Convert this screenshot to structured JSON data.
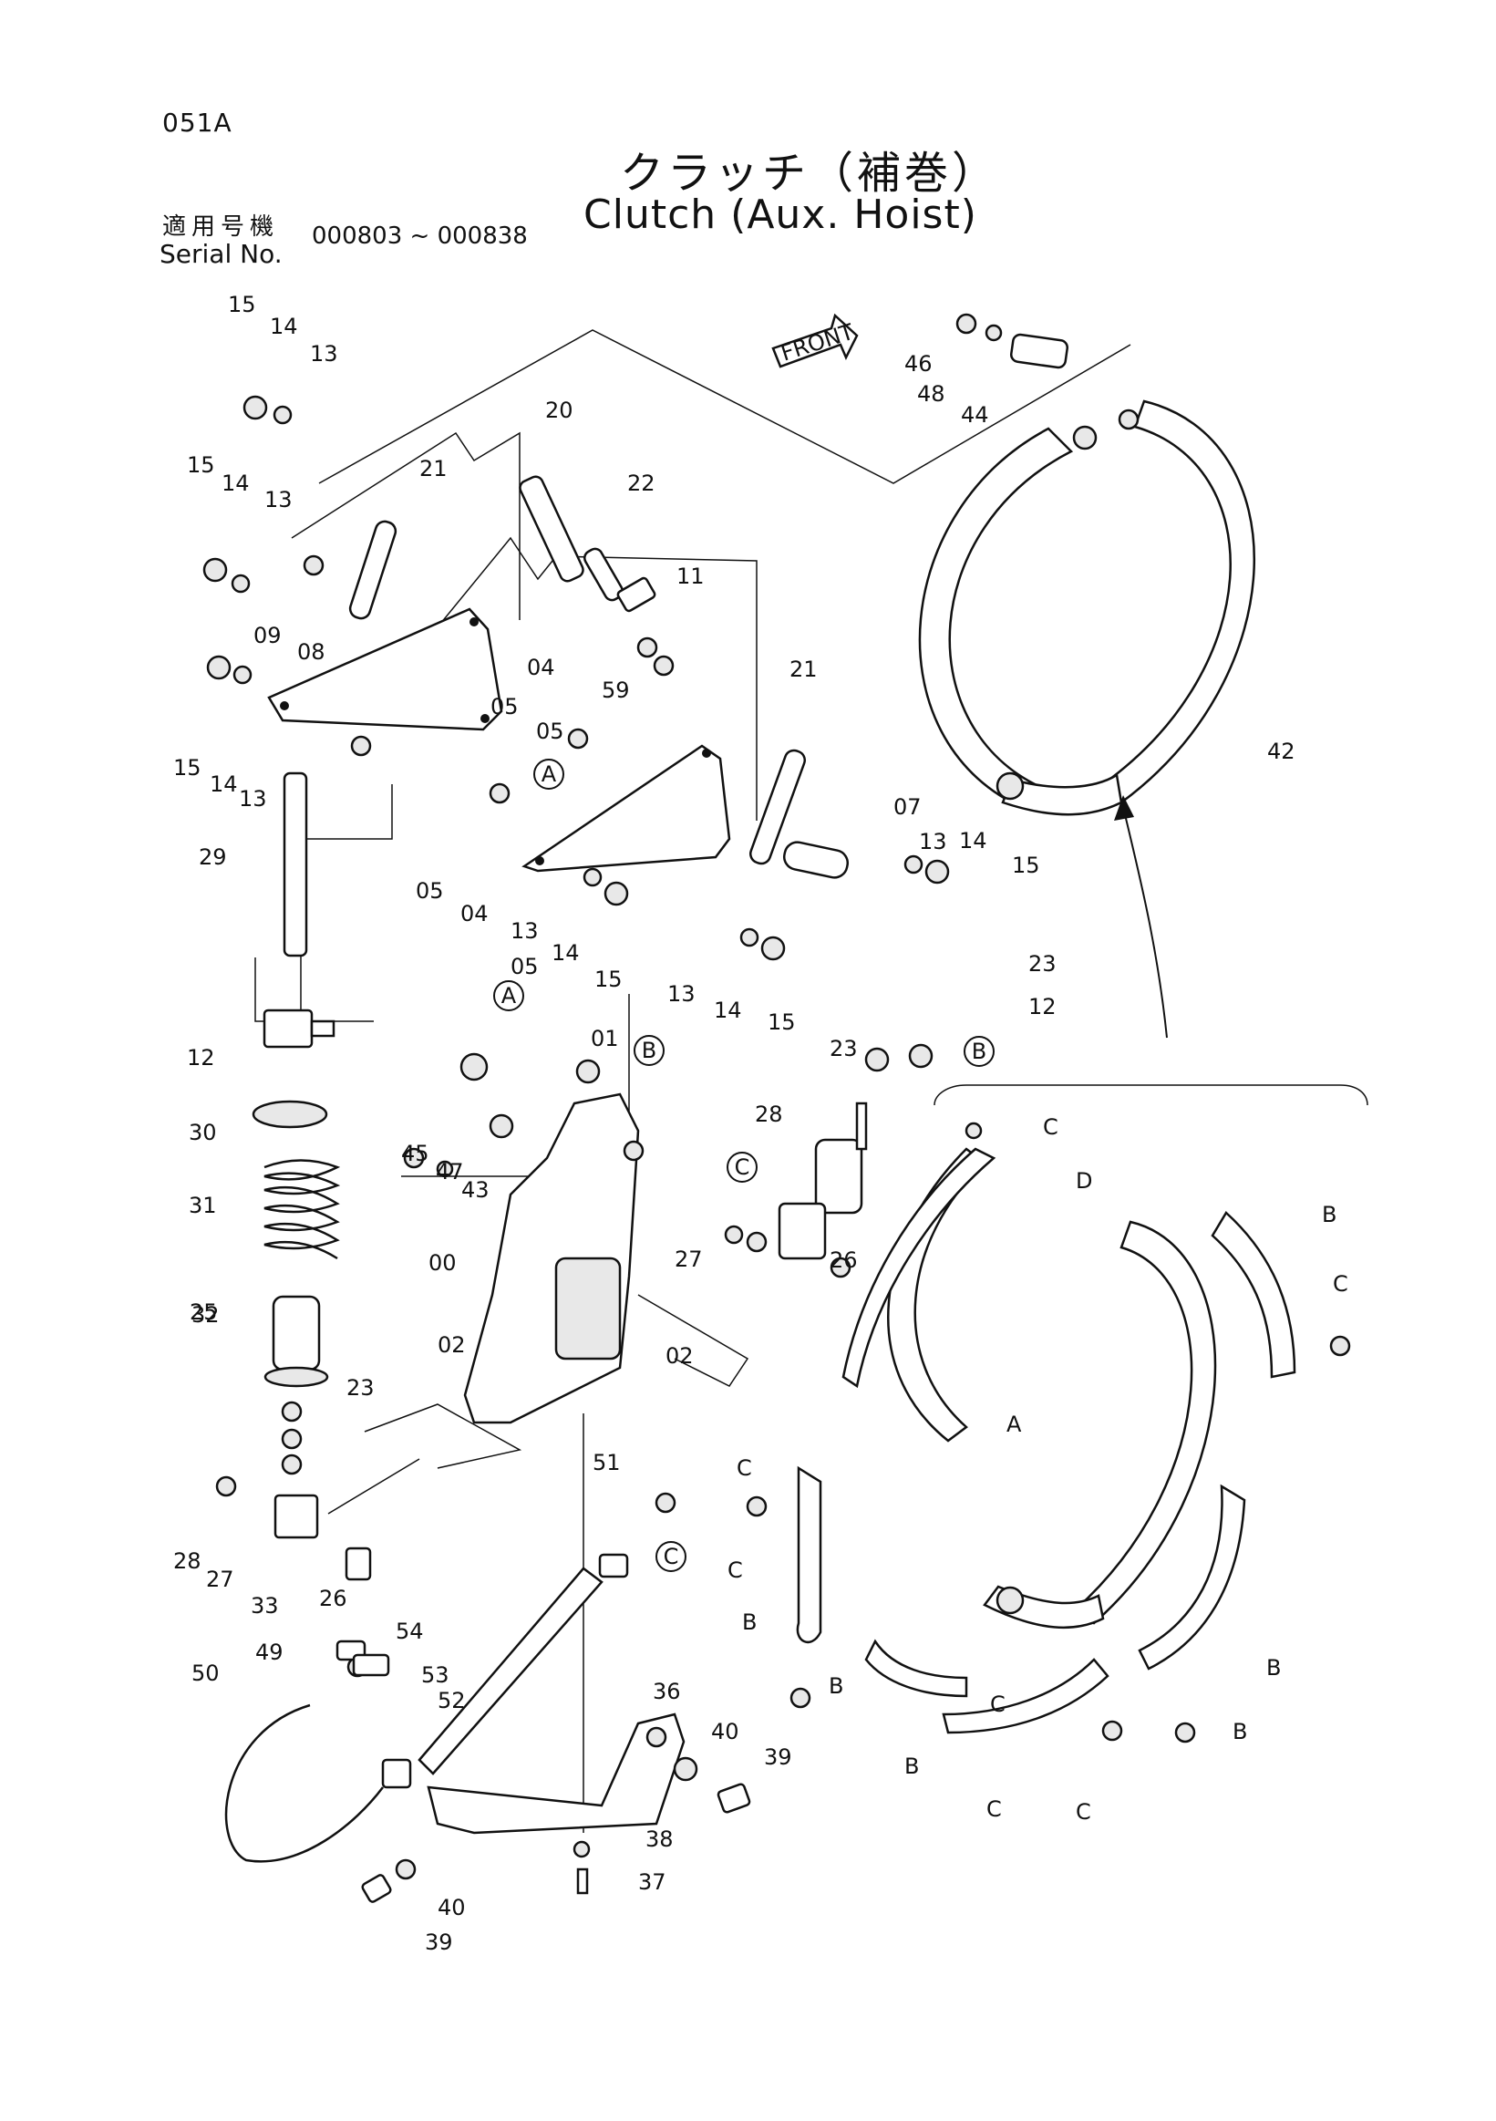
{
  "header": {
    "page_code": "051A",
    "title_jp": "クラッチ（補巻）",
    "title_en": "Clutch (Aux. Hoist)",
    "serial_label_jp": "適用号機",
    "serial_label_en": "Serial No.",
    "serial_range": "000803 ~ 000838"
  },
  "front_marker": "FRONT",
  "labels": [
    "15",
    "14",
    "13",
    "15",
    "14",
    "13",
    "09",
    "08",
    "15",
    "14",
    "13",
    "21",
    "20",
    "22",
    "11",
    "04",
    "05",
    "59",
    "05",
    "05",
    "04",
    "05",
    "13",
    "14",
    "15",
    "21",
    "07",
    "13",
    "14",
    "15",
    "29",
    "12",
    "13",
    "14",
    "15",
    "23",
    "12",
    "23",
    "01",
    "45",
    "47",
    "43",
    "30",
    "31",
    "25",
    "28",
    "27",
    "26",
    "00",
    "32",
    "23",
    "02",
    "02",
    "28",
    "27",
    "33",
    "26",
    "51",
    "54",
    "49",
    "53",
    "50",
    "52",
    "36",
    "40",
    "39",
    "38",
    "37",
    "40",
    "39",
    "46",
    "48",
    "44",
    "42",
    "C",
    "D",
    "B",
    "C",
    "A",
    "C",
    "C",
    "B",
    "B",
    "B",
    "C",
    "B",
    "C",
    "B",
    "C"
  ],
  "callouts": [
    "A",
    "B",
    "A",
    "B",
    "C",
    "C"
  ]
}
